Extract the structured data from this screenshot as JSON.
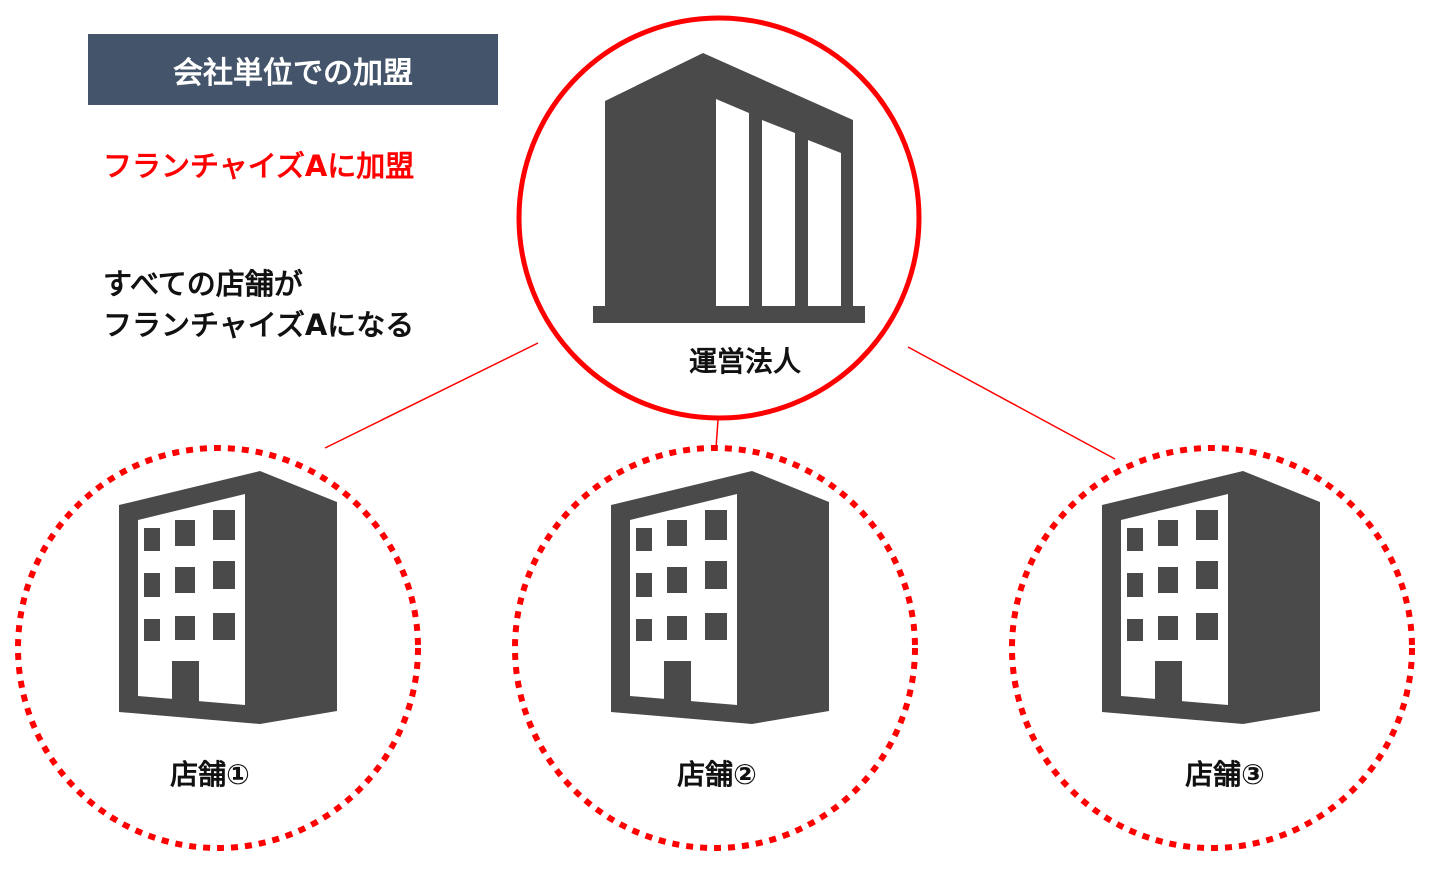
{
  "header": {
    "title": "会社単位での加盟"
  },
  "notes": {
    "join": "フランチャイズAに加盟",
    "line1": "すべての店舗が",
    "line2": "フランチャイズAになる"
  },
  "hq": {
    "label": "運営法人",
    "icon": "office-building-icon"
  },
  "stores": [
    {
      "label": "店舗①",
      "icon": "store-building-icon"
    },
    {
      "label": "店舗②",
      "icon": "store-building-icon"
    },
    {
      "label": "店舗③",
      "icon": "store-building-icon"
    }
  ],
  "colors": {
    "accent": "#ff0000",
    "header_bg": "#44546a",
    "icon": "#4a4a4a"
  }
}
